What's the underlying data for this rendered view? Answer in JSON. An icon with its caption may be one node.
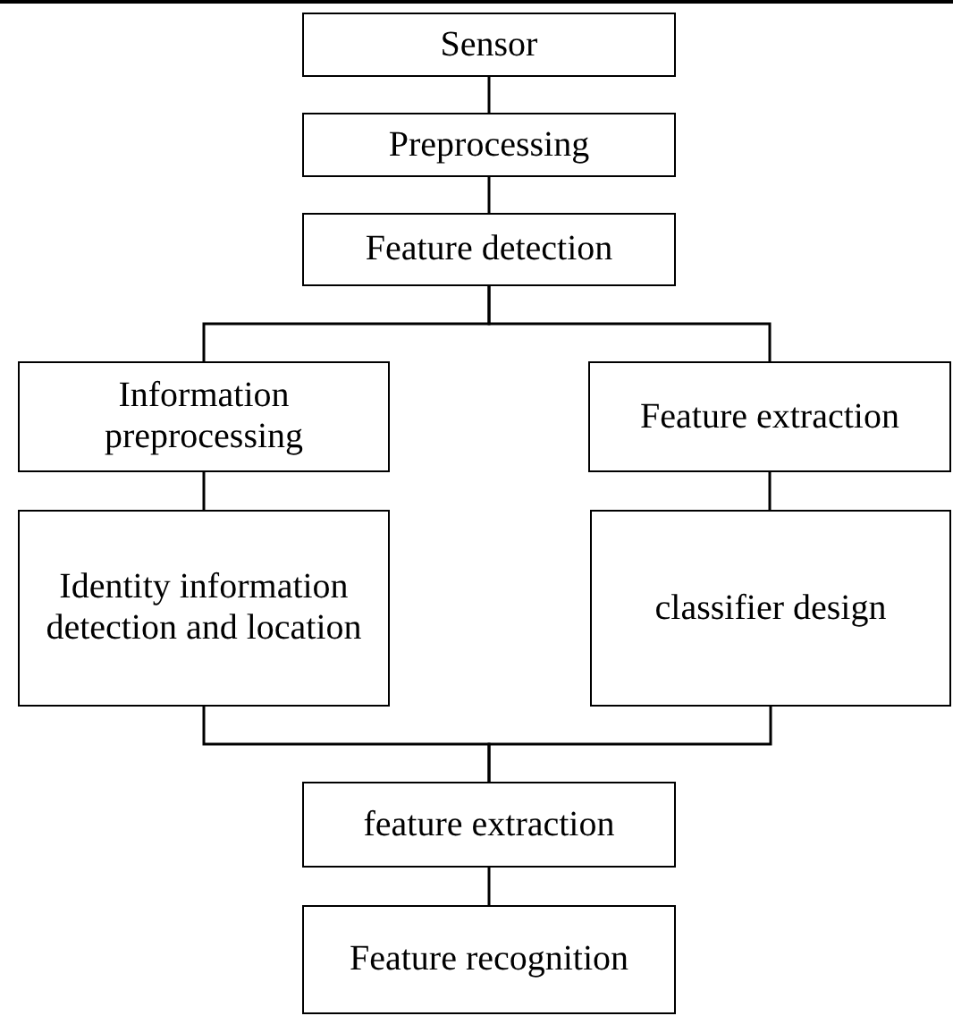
{
  "diagram": {
    "nodes": [
      {
        "text": [
          "Sensor"
        ]
      },
      {
        "text": [
          "Preprocessing"
        ]
      },
      {
        "text": [
          "Feature detection"
        ]
      },
      {
        "text": [
          "Information preprocessing"
        ]
      },
      {
        "text": [
          "Feature extraction"
        ]
      },
      {
        "text": [
          "Identity information detection and location"
        ]
      },
      {
        "text": [
          "classifier design"
        ]
      },
      {
        "text": [
          "feature extraction"
        ]
      },
      {
        "text": [
          "Feature recognition"
        ]
      }
    ],
    "edges": [
      {
        "from": 0,
        "to": 1,
        "arrow": "none"
      },
      {
        "from": 1,
        "to": 2,
        "arrow": "none"
      },
      {
        "from": 2,
        "to": 3,
        "arrow": "none"
      },
      {
        "from": 2,
        "to": 4,
        "arrow": "none"
      },
      {
        "from": 3,
        "to": 5,
        "arrow": "none"
      },
      {
        "from": 4,
        "to": 6,
        "arrow": "none"
      },
      {
        "from": 5,
        "to": 7,
        "arrow": "none"
      },
      {
        "from": 6,
        "to": 7,
        "arrow": "none"
      },
      {
        "from": 7,
        "to": 8,
        "arrow": "none"
      }
    ]
  }
}
